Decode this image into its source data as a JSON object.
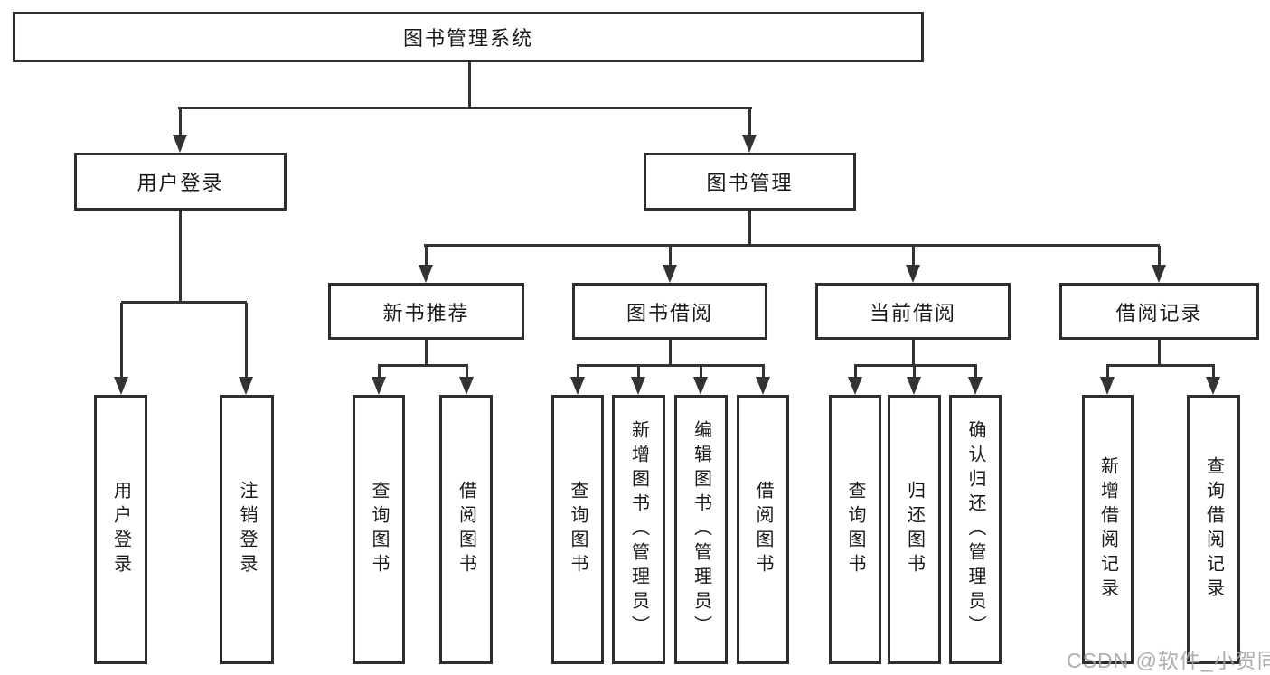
{
  "tree": {
    "root": {
      "label": "图书管理系统"
    },
    "level2": [
      {
        "label": "用户登录"
      },
      {
        "label": "图书管理"
      }
    ],
    "level3": [
      {
        "label": "新书推荐",
        "parent": "图书管理"
      },
      {
        "label": "图书借阅",
        "parent": "图书管理"
      },
      {
        "label": "当前借阅",
        "parent": "图书管理"
      },
      {
        "label": "借阅记录",
        "parent": "图书管理"
      }
    ],
    "leaves": [
      {
        "label": "用户登录",
        "parent": "用户登录"
      },
      {
        "label": "注销登录",
        "parent": "用户登录"
      },
      {
        "label": "查询图书",
        "parent": "新书推荐"
      },
      {
        "label": "借阅图书",
        "parent": "新书推荐"
      },
      {
        "label": "查询图书",
        "parent": "图书借阅"
      },
      {
        "label": "新增图书（管理员）",
        "parent": "图书借阅"
      },
      {
        "label": "编辑图书（管理员）",
        "parent": "图书借阅"
      },
      {
        "label": "借阅图书",
        "parent": "图书借阅"
      },
      {
        "label": "查询图书",
        "parent": "当前借阅"
      },
      {
        "label": "归还图书",
        "parent": "当前借阅"
      },
      {
        "label": "确认归还（管理员）",
        "parent": "当前借阅"
      },
      {
        "label": "新增借阅记录",
        "parent": "借阅记录"
      },
      {
        "label": "查询借阅记录",
        "parent": "借阅记录"
      }
    ]
  },
  "watermark": {
    "text": "CSDN @软件_小贺同学"
  },
  "colors": {
    "line": "#333333",
    "box_border": "#2e2e2e",
    "text": "#1a1a1a",
    "watermark": "#a6a6a6",
    "background": "#ffffff"
  }
}
